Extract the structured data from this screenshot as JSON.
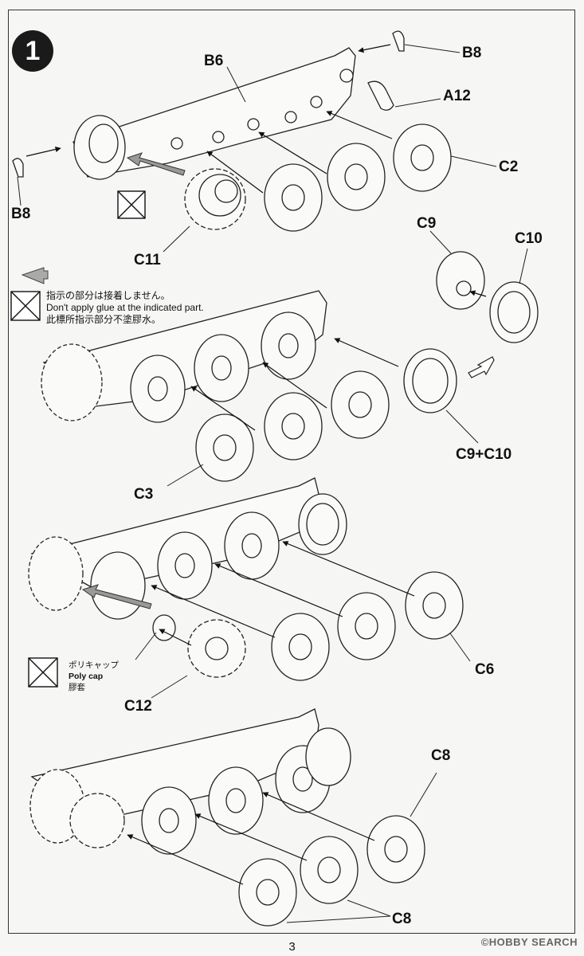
{
  "step": "1",
  "parts": {
    "b6": "B6",
    "b8_top": "B8",
    "a12": "A12",
    "c2": "C2",
    "b8_left": "B8",
    "c11": "C11",
    "c9": "C9",
    "c10": "C10",
    "c9c10": "C9+C10",
    "c3": "C3",
    "c6": "C6",
    "c12": "C12",
    "c8_top": "C8",
    "c8_bottom": "C8"
  },
  "glue_note": {
    "jp": "指示の部分は接着しません。",
    "en": "Don't apply glue at the indicated part.",
    "cn": "此標所指示部分不塗膠水。"
  },
  "polycap_note": {
    "jp": "ポリキャップ",
    "en": "Poly cap",
    "cn": "膠套"
  },
  "page_number": "3",
  "watermark": "HOBBY SEARCH",
  "watermark_prefix": "©"
}
